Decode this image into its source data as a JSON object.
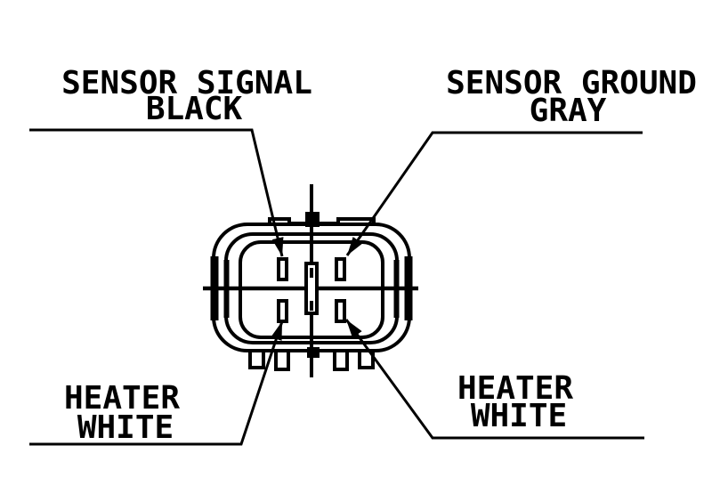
{
  "diagram": {
    "background_color": "#ffffff",
    "line_color": "#000000",
    "labels": {
      "sensor_signal": {
        "line1": "SENSOR SIGNAL",
        "line2": "BLACK"
      },
      "sensor_ground": {
        "line1": "SENSOR GROUND",
        "line2": "GRAY"
      },
      "heater_left": {
        "line1": "HEATER",
        "line2": "WHITE"
      },
      "heater_right": {
        "line1": "HEATER",
        "line2": "WHITE"
      }
    },
    "pinout": [
      {
        "pin": "top-left",
        "signal": "SENSOR SIGNAL",
        "wire_color": "BLACK"
      },
      {
        "pin": "top-right",
        "signal": "SENSOR GROUND",
        "wire_color": "GRAY"
      },
      {
        "pin": "bottom-left",
        "signal": "HEATER",
        "wire_color": "WHITE"
      },
      {
        "pin": "bottom-right",
        "signal": "HEATER",
        "wire_color": "WHITE"
      }
    ]
  }
}
